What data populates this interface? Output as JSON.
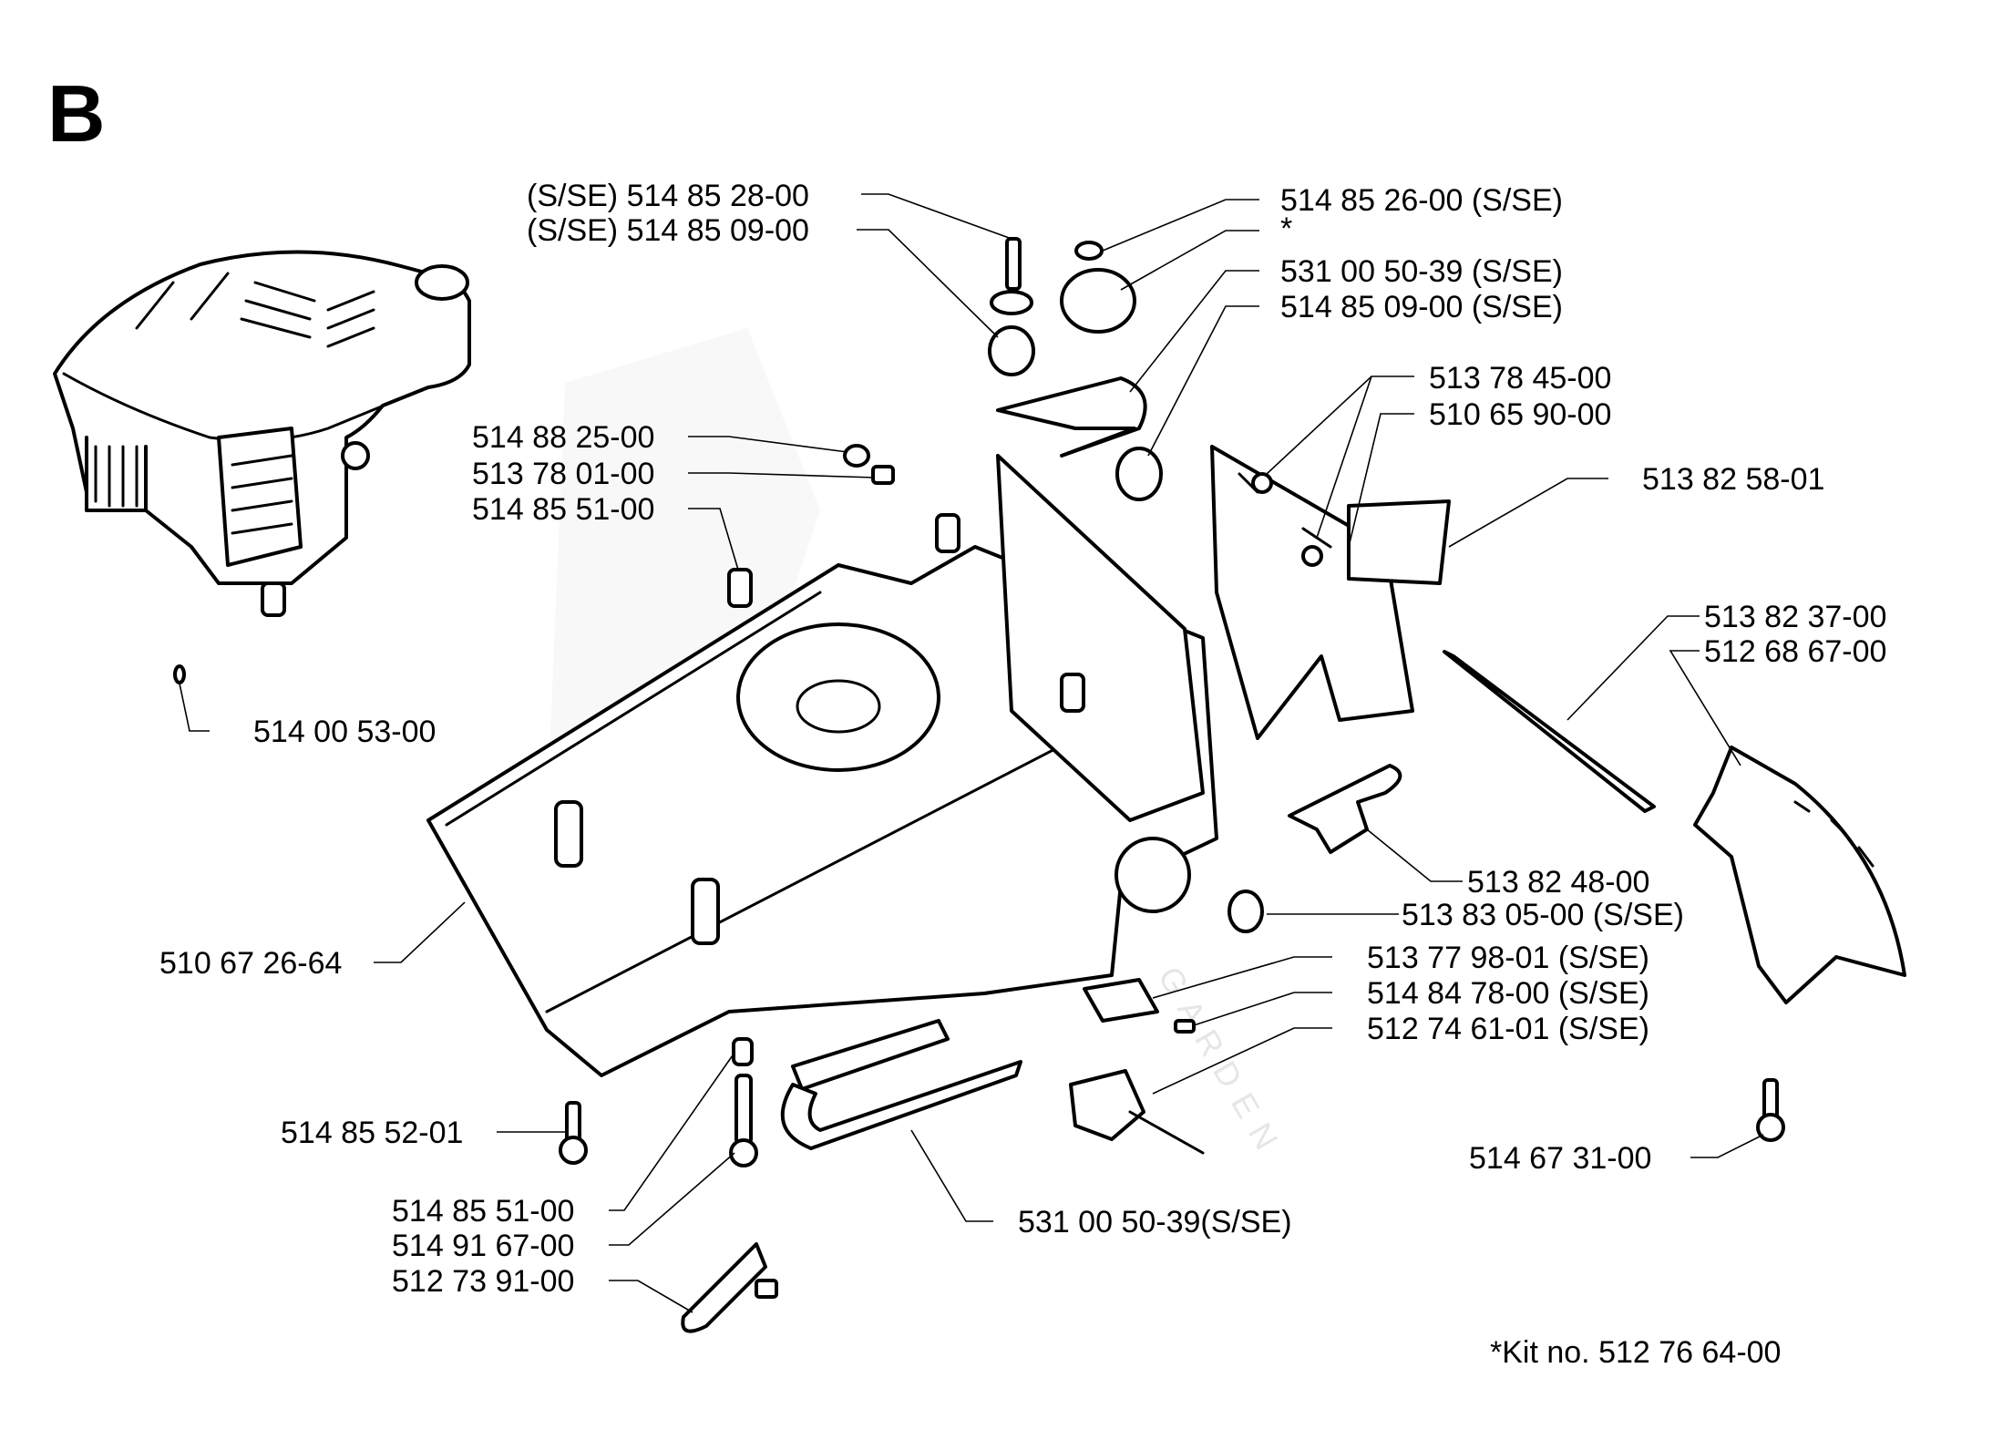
{
  "diagram": {
    "section_letter": "B",
    "watermark_text": "GARDEN",
    "kit_note": "*Kit no. 512 76 64-00",
    "labels": {
      "l01": "(S/SE) 514 85 28-00",
      "l02": "(S/SE) 514 85 09-00",
      "l03": "514 85 26-00 (S/SE)",
      "l04": "*",
      "l05": "531 00 50-39 (S/SE)",
      "l06": "514 85 09-00 (S/SE)",
      "l07": "513 78 45-00",
      "l08": "510 65 90-00",
      "l09": "513 82 58-01",
      "l10": "514 88 25-00",
      "l11": "513 78 01-00",
      "l12": "514 85 51-00",
      "l13": "513 82 37-00",
      "l14": "512 68 67-00",
      "l15": "514 00 53-00",
      "l16": "513 82 48-00",
      "l17": "513 83 05-00 (S/SE)",
      "l18": "510 67 26-64",
      "l19": "513 77 98-01 (S/SE)",
      "l20": "514 84 78-00 (S/SE)",
      "l21": "512 74 61-01 (S/SE)",
      "l22": "514 85 52-01",
      "l23": "514 67 31-00",
      "l24": "514 85 51-00",
      "l25": "514 91 67-00",
      "l26": "531 00 50-39(S/SE)",
      "l27": "512 73 91-00"
    }
  }
}
